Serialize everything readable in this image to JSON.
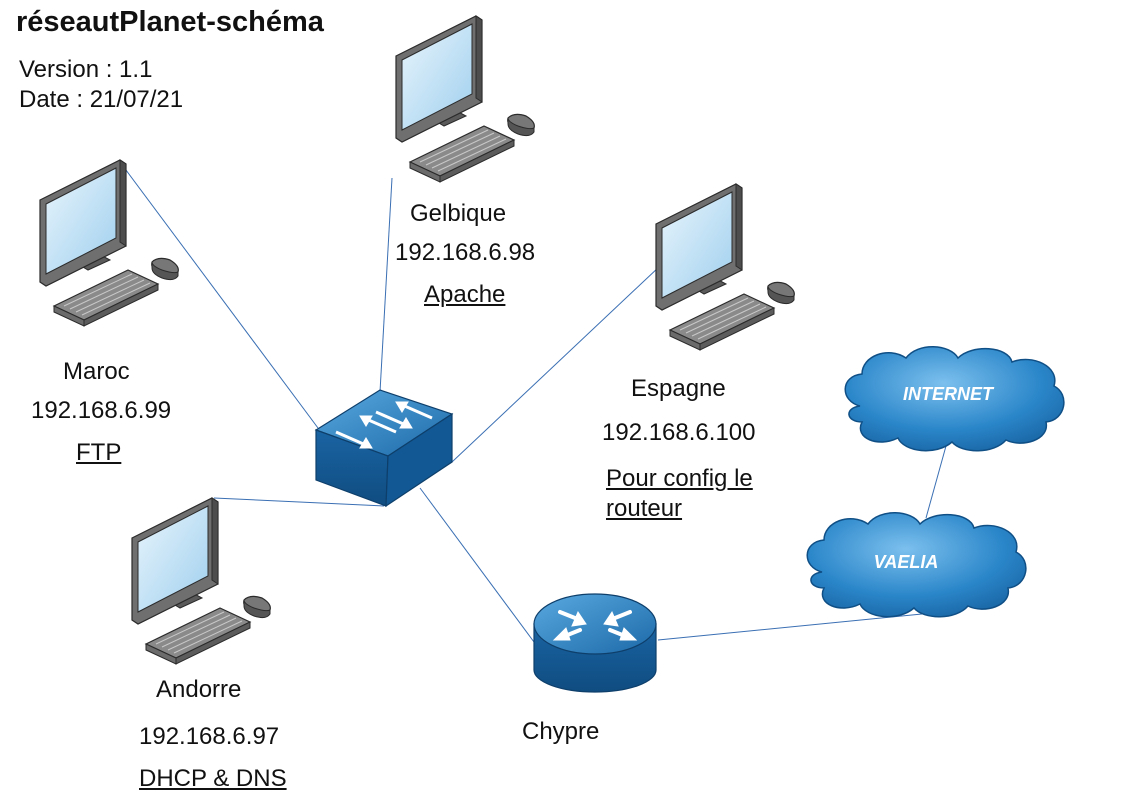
{
  "header": {
    "title": "réseautPlanet-schéma",
    "version": "Version : 1.1",
    "date": "Date : 21/07/21"
  },
  "nodes": {
    "maroc": {
      "name": "Maroc",
      "ip": "192.168.6.99",
      "service": "FTP"
    },
    "gelbique": {
      "name": "Gelbique",
      "ip": "192.168.6.98",
      "service": "Apache"
    },
    "espagne": {
      "name": "Espagne",
      "ip": "192.168.6.100",
      "service": "Pour config le routeur"
    },
    "andorre": {
      "name": "Andorre",
      "ip": "192.168.6.97",
      "service": "DHCP & DNS"
    },
    "chypre": {
      "name": "Chypre"
    },
    "internet": {
      "name": "INTERNET"
    },
    "vaelia": {
      "name": "VAELIA"
    }
  },
  "colors": {
    "link": "#3a6fb3",
    "device_blue": "#1f74b5",
    "cloud_blue": "#1f7fc4",
    "monitor_screen": "#cfe8f8",
    "monitor_gray": "#6f6f6f"
  }
}
